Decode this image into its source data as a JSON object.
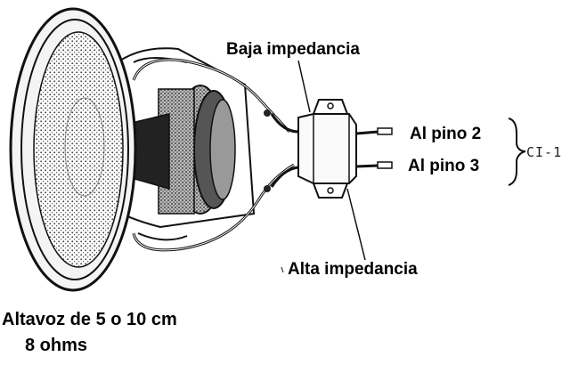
{
  "labels": {
    "low_impedance": "Baja impedancia",
    "pin2": "Al pino 2",
    "pin3": "Al pino 3",
    "ic_ref": "CI-1",
    "high_impedance": "Alta impedancia",
    "speaker_line1": "Altavoz de 5 o 10 cm",
    "speaker_line2": "8 ohms"
  }
}
